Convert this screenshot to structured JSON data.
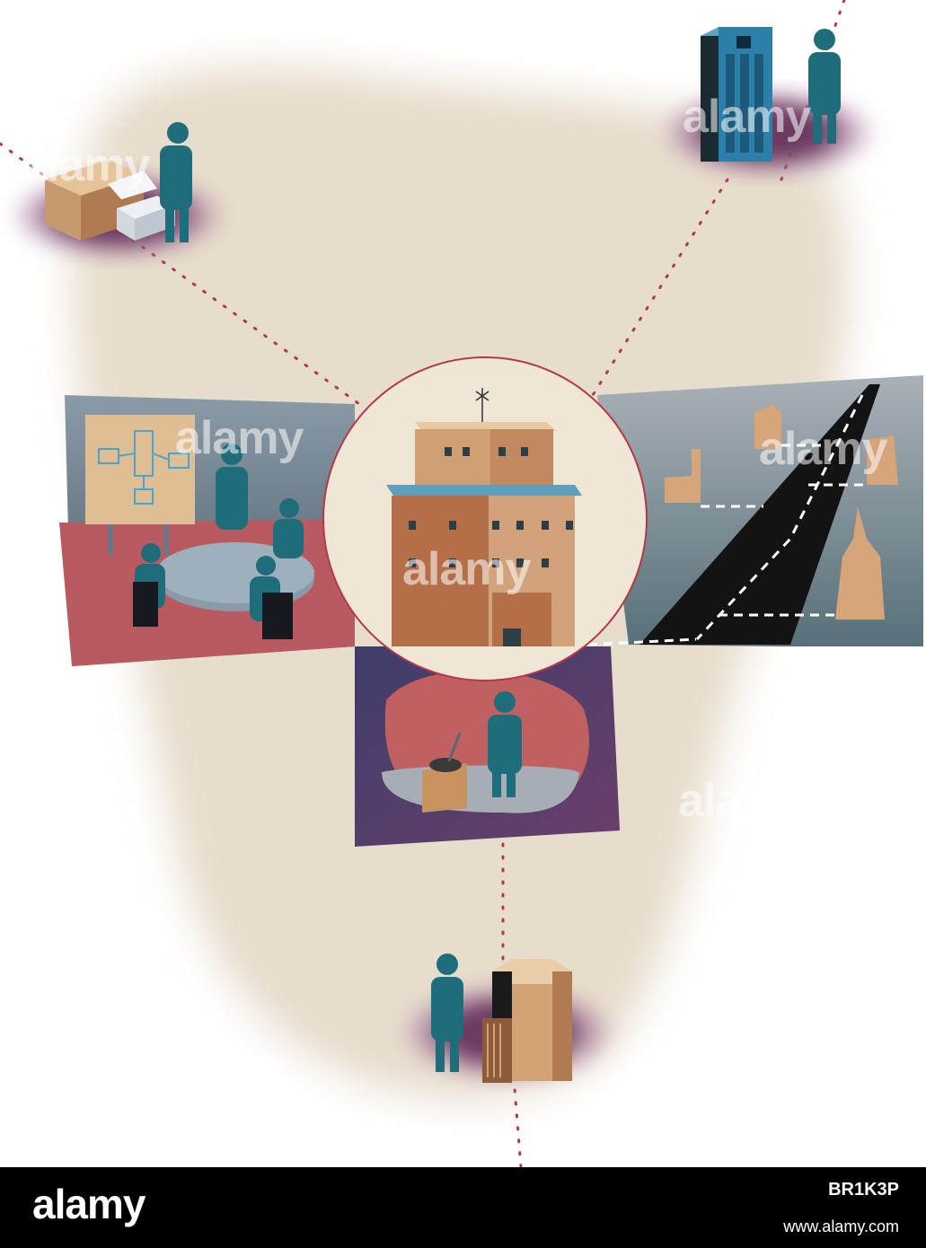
{
  "watermark": {
    "text": "alamy"
  },
  "footer": {
    "logo": "alamy",
    "image_id": "BR1K3P",
    "url": "www.alamy.com"
  },
  "colors": {
    "figure": "#1f6d7a",
    "beige": "#e6dccb",
    "dots": "#b5384a",
    "glow": "#7a4a6c"
  }
}
